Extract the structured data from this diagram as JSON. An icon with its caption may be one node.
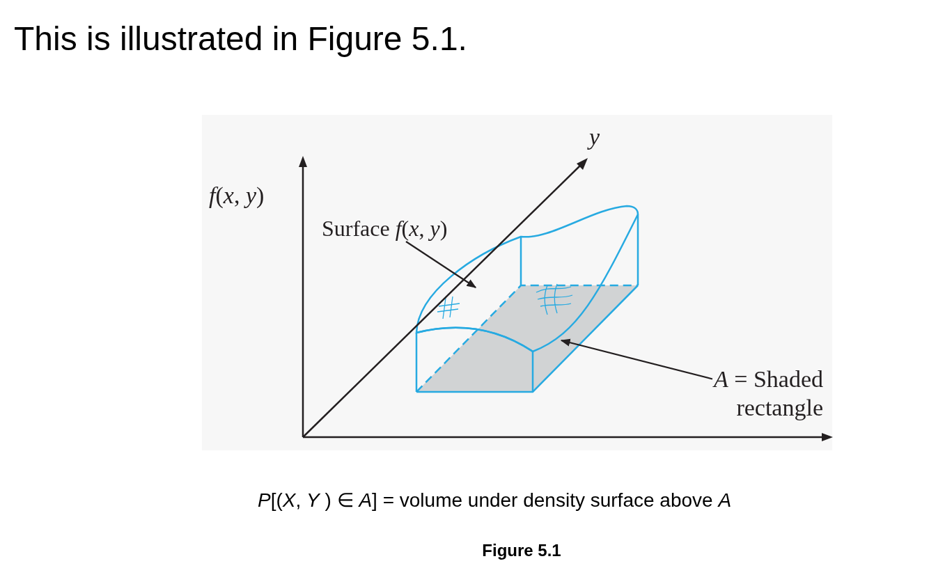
{
  "diagram": {
    "title": "This is illustrated in Figure 5.1.",
    "caption": "Figure 5.1",
    "nodes": [
      {
        "text": [
          "Surface *f*(*x*, *y*)"
        ]
      },
      {
        "text": [
          "*A* = Shaded rectangle"
        ]
      },
      {
        "text": [],
        "shape": "surface"
      },
      {
        "text": [],
        "shape": "rectangle"
      }
    ],
    "edges": [
      {
        "from": 0,
        "to": 2,
        "arrow": "to"
      },
      {
        "from": 1,
        "to": 3,
        "arrow": "to"
      }
    ],
    "labels": [
      "*f*(*x*, *y*)",
      "*y*",
      "*P*[(*X*, *Y* ) ∈ *A*] = volume under density surface above *A*"
    ]
  }
}
